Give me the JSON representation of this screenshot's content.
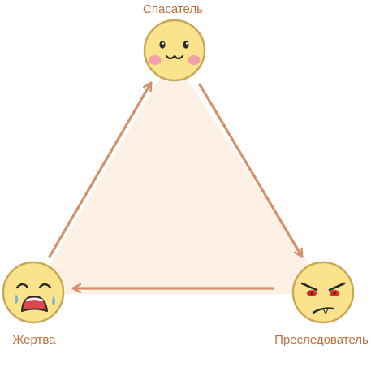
{
  "diagram": {
    "roles": {
      "rescuer": {
        "label": "Спасатель"
      },
      "persecutor": {
        "label": "Преследователь"
      },
      "victim": {
        "label": "Жертва"
      }
    }
  },
  "colors": {
    "arrow": "#d4916a",
    "label": "#c0703f",
    "triangle_fill": "#fdf0e4",
    "face_fill": "#fbe38b",
    "face_stroke": "#c9a758",
    "cheek": "#f4a0a8",
    "angry_eye": "#e02a2a",
    "tear": "#6fb6e8",
    "mouth_sad": "#e0464d"
  },
  "icons": {
    "rescuer": "smiling-face-icon",
    "persecutor": "angry-face-icon",
    "victim": "crying-face-icon"
  }
}
